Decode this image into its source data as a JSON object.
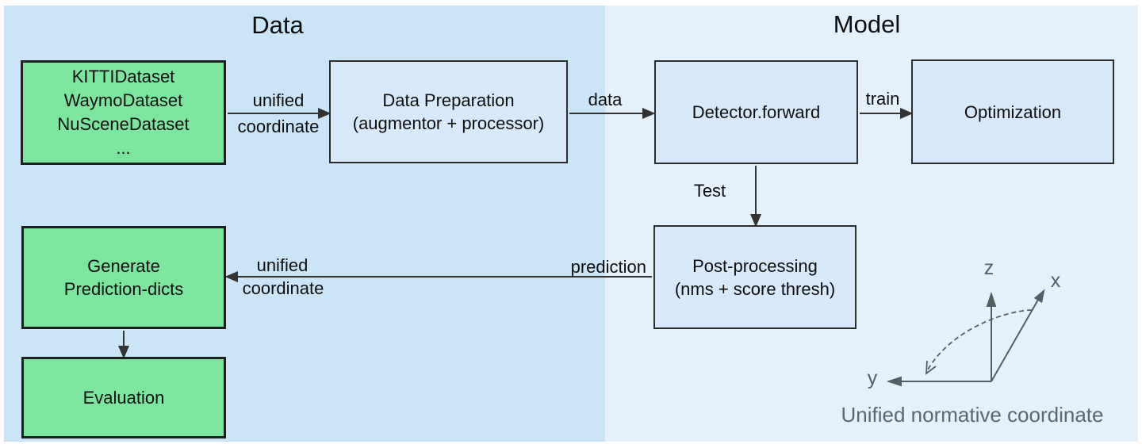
{
  "sections": {
    "data": {
      "title": "Data",
      "background": "#cbe5f8"
    },
    "model": {
      "title": "Model",
      "background": "#e4f1fb"
    }
  },
  "boxes": {
    "datasets": {
      "lines": [
        "KITTIDataset",
        "WaymoDataset",
        "NuSceneDataset",
        "..."
      ],
      "fill": "#7de69e"
    },
    "data_preparation": {
      "lines": [
        "Data Preparation",
        "(augmentor + processor)"
      ],
      "fill": "#d7e9fa"
    },
    "detector_forward": {
      "lines": [
        "Detector.forward"
      ],
      "fill": "#d7e9fa"
    },
    "optimization": {
      "lines": [
        "Optimization"
      ],
      "fill": "#d7e9fa"
    },
    "post_processing": {
      "lines": [
        "Post-processing",
        "(nms + score thresh)"
      ],
      "fill": "#d7e9fa"
    },
    "generate_prediction_dicts": {
      "lines": [
        "Generate",
        "Prediction-dicts"
      ],
      "fill": "#7de69e"
    },
    "evaluation": {
      "lines": [
        "Evaluation"
      ],
      "fill": "#7de69e"
    }
  },
  "edge_labels": {
    "datasets_to_preparation_top": "unified",
    "datasets_to_preparation_bottom": "coordinate",
    "preparation_to_detector": "data",
    "detector_to_optimization": "train",
    "detector_to_postprocessing": "Test",
    "postprocessing_to_generate_right": "prediction",
    "postprocessing_to_generate_top": "unified",
    "postprocessing_to_generate_bottom": "coordinate"
  },
  "coordinate_figure": {
    "axis_z_label": "z",
    "axis_x_label": "x",
    "axis_y_label": "y",
    "caption": "Unified normative coordinate",
    "line_color": "#555e63"
  },
  "colors": {
    "arrow": "#333333",
    "box_border": "#1f1f1f",
    "text": "#0d0d0d"
  }
}
